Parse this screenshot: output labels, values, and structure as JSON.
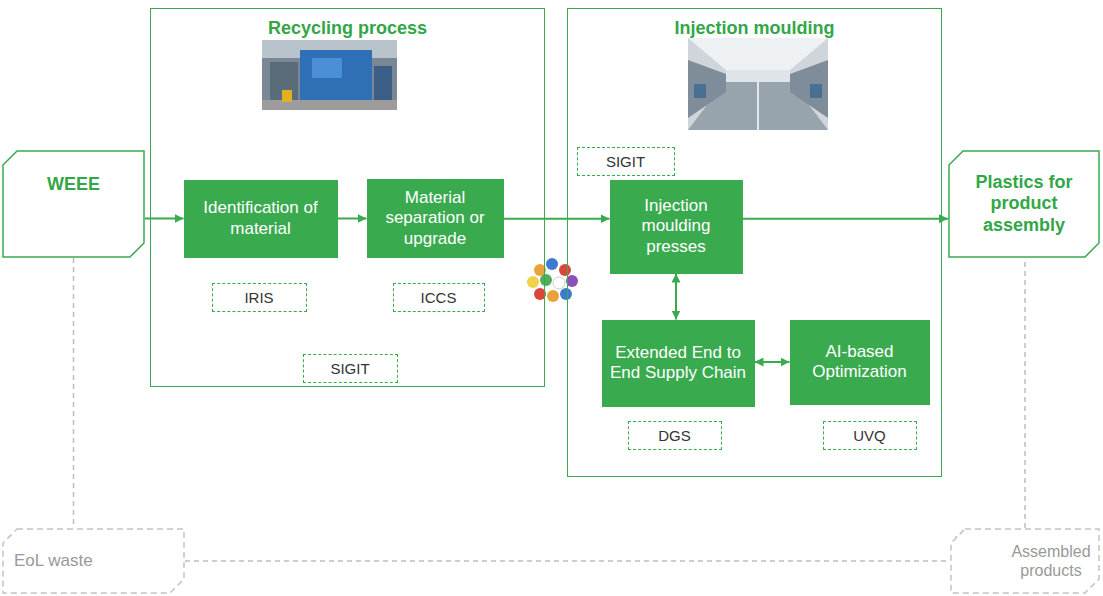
{
  "diagram": {
    "nodes": [
      {
        "text": [
          "WEEE"
        ]
      },
      {
        "text": [
          "Recycling process"
        ]
      },
      {
        "text": [
          "Identification of material"
        ],
        "in": 1
      },
      {
        "text": [
          "IRIS"
        ],
        "in": 1
      },
      {
        "text": [
          "Material separation or upgrade"
        ],
        "in": 1
      },
      {
        "text": [
          "ICCS"
        ],
        "in": 1
      },
      {
        "text": [
          "SIGIT"
        ],
        "in": 1
      },
      {
        "text": [
          "Injection moulding"
        ]
      },
      {
        "text": [
          "SIGIT"
        ],
        "in": 7
      },
      {
        "text": [
          "Injection moulding presses"
        ],
        "in": 7
      },
      {
        "text": [
          "Extended End to End Supply Chain"
        ],
        "in": 7
      },
      {
        "text": [
          "DGS"
        ],
        "in": 7
      },
      {
        "text": [
          "AI-based Optimization"
        ],
        "in": 7
      },
      {
        "text": [
          "UVQ"
        ],
        "in": 7
      },
      {
        "text": [
          "Plastics for product assembly"
        ]
      },
      {
        "text": [
          "EoL waste"
        ]
      },
      {
        "text": [
          "Assembled products"
        ]
      }
    ],
    "edges": [
      {
        "from": 0,
        "to": 2,
        "arrow": "to"
      },
      {
        "from": 2,
        "to": 4,
        "arrow": "to"
      },
      {
        "from": 4,
        "to": 9,
        "arrow": "to"
      },
      {
        "from": 9,
        "to": 14,
        "arrow": "to"
      },
      {
        "from": 9,
        "to": 10,
        "arrow": "both"
      },
      {
        "from": 10,
        "to": 12,
        "arrow": "both"
      },
      {
        "from": 0,
        "to": 15,
        "arrow": "none"
      },
      {
        "from": 15,
        "to": 16,
        "arrow": "none"
      },
      {
        "from": 16,
        "to": 14,
        "arrow": "none"
      }
    ]
  }
}
